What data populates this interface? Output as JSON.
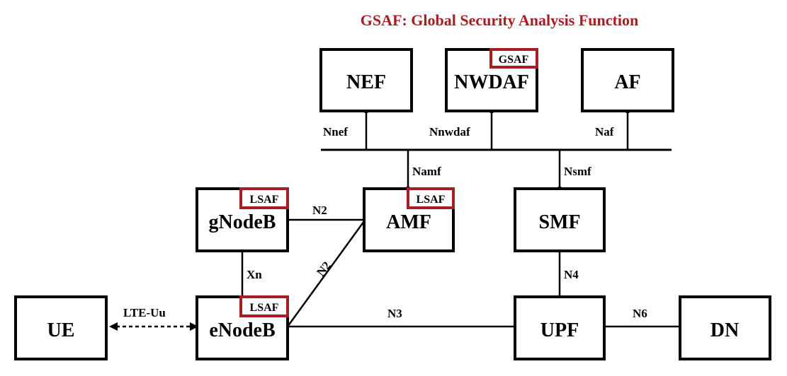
{
  "title": "GSAF: Global Security Analysis Function",
  "nodes": {
    "nef": "NEF",
    "nwdaf": "NWDAF",
    "af": "AF",
    "gnodeb": "gNodeB",
    "amf": "AMF",
    "smf": "SMF",
    "ue": "UE",
    "enodeb": "eNodeB",
    "upf": "UPF",
    "dn": "DN"
  },
  "badges": {
    "nwdaf": "GSAF",
    "gnodeb": "LSAF",
    "amf": "LSAF",
    "enodeb": "LSAF"
  },
  "interfaces": {
    "nnef": "Nnef",
    "nnwdaf": "Nnwdaf",
    "naf": "Naf",
    "namf": "Namf",
    "nsmf": "Nsmf",
    "n2_gnb": "N2",
    "n2_enb": "N2",
    "xn": "Xn",
    "n4": "N4",
    "lte_uu": "LTE-Uu",
    "n3": "N3",
    "n6": "N6"
  },
  "colors": {
    "accent": "#a61e22",
    "line": "#000000"
  }
}
